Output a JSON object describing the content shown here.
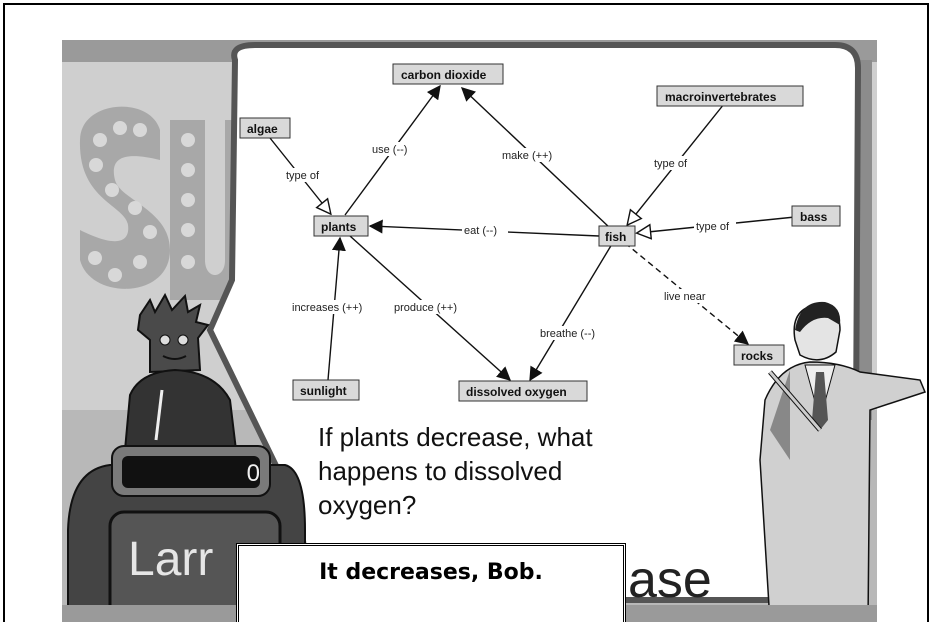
{
  "concept_map": {
    "nodes": {
      "carbon_dioxide": "carbon dioxide",
      "macroinvertebrates": "macroinvertebrates",
      "algae": "algae",
      "plants": "plants",
      "fish": "fish",
      "bass": "bass",
      "sunlight": "sunlight",
      "dissolved_oxygen": "dissolved oxygen",
      "rocks": "rocks"
    },
    "edges": {
      "algae_type_of": "type of",
      "plants_use": "use (--)",
      "fish_make": "make (++)",
      "macro_type_of": "type of",
      "fish_eat": "eat (--)",
      "bass_type_of": "type of",
      "sunlight_increases": "increases (++)",
      "plants_produce": "produce (++)",
      "fish_breathe": "breathe (--)",
      "fish_live_near": "live near"
    }
  },
  "question": {
    "line1": "If plants decrease, what",
    "line2": "happens to dissolved",
    "line3": "oxygen?"
  },
  "answer": "It decreases, Bob.",
  "contestant": {
    "score": "0",
    "name": "Larr"
  },
  "background_answer_fragment": "ase",
  "colors": {
    "node_fill": "#d9d9d9",
    "board_border": "#555555",
    "podium": "#444444"
  }
}
